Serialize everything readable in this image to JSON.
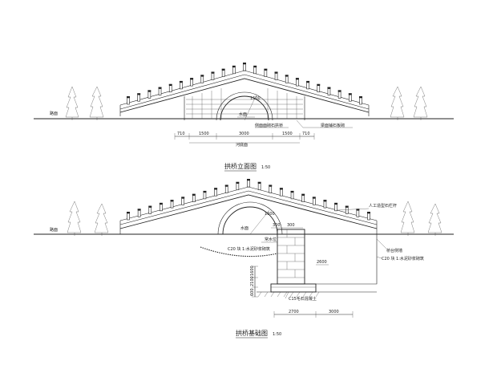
{
  "elevation": {
    "title": "拱桥立面图",
    "scale": "1:50",
    "labels": {
      "road_left": "路面",
      "water_level": "水面",
      "side_slab": "侧面面砌石拱桥",
      "top_slab": "梁面铺石板砌",
      "riverbed": "河底面",
      "radius": "1500"
    },
    "dims": [
      "710",
      "1500",
      "3000",
      "1500",
      "710"
    ]
  },
  "foundation": {
    "title": "拱桥基础图",
    "scale": "1:50",
    "labels": {
      "road_left": "路面",
      "water_level": "水面",
      "normal_level": "常水位",
      "pile_note_left": "C20 块 1:水泥砂浆砌筑",
      "pile_note_right": "C20 块 1:水泥砂浆砌筑",
      "railing": "人工造型石栏杆",
      "abutment": "桥台侧墙",
      "concrete": "C15毛石混凝土",
      "radius": "1000"
    },
    "dims_bottom": [
      "2700",
      "3000"
    ],
    "dims_left": [
      "1600",
      "2100",
      "600"
    ],
    "dim_right": "2600",
    "dim_top": [
      "300",
      "300"
    ]
  }
}
